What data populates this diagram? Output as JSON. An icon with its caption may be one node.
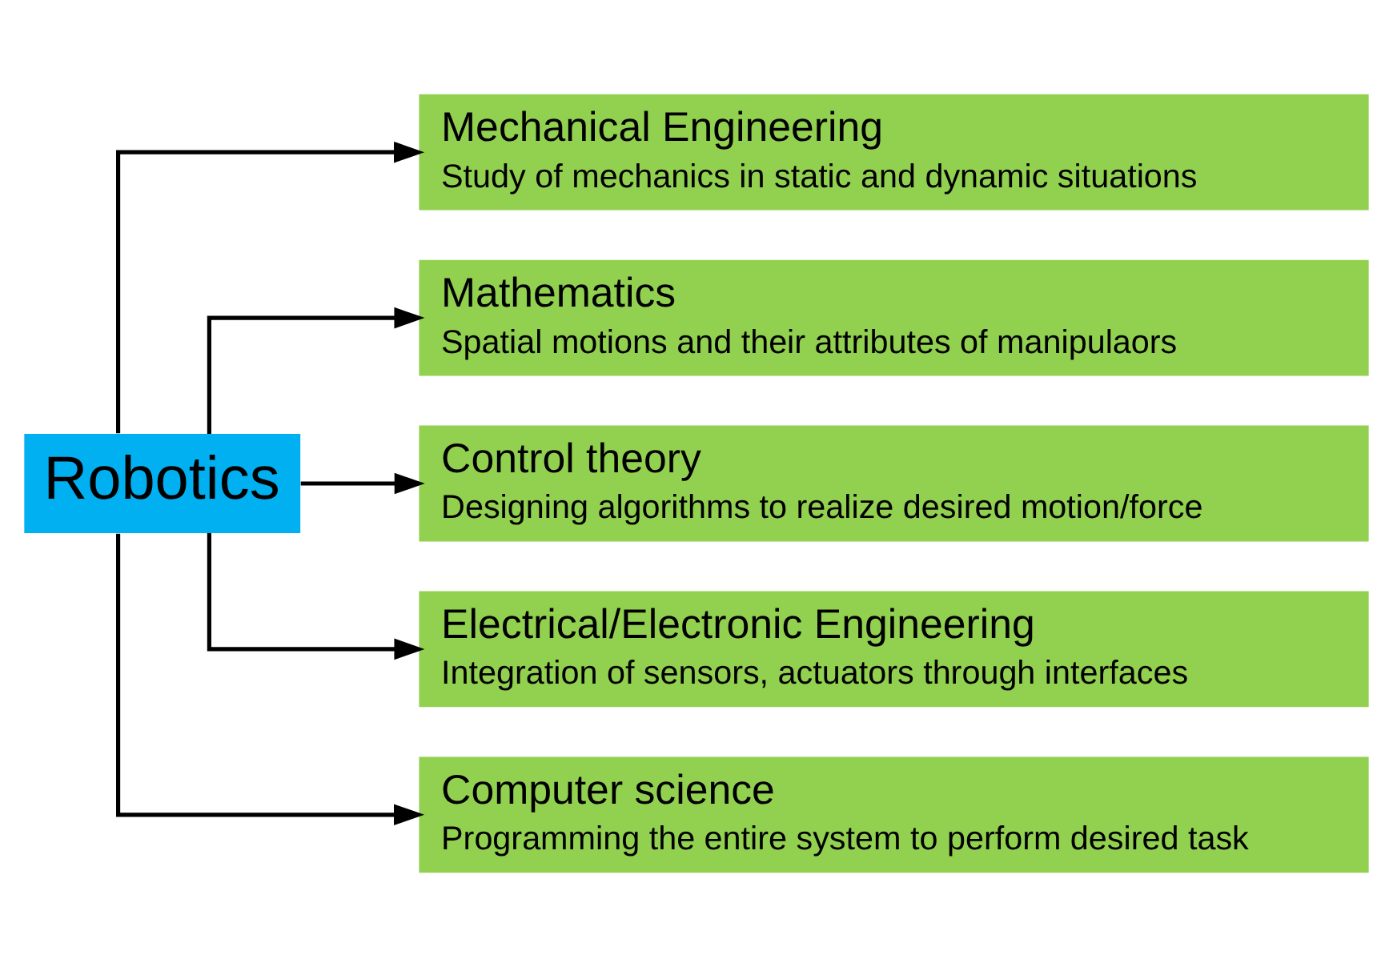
{
  "diagram": {
    "nodes": [
      {
        "text": [
          "Robotics"
        ]
      },
      {
        "text": [
          "Mechanical Engineering",
          "Study of mechanics in static and dynamic situations"
        ]
      },
      {
        "text": [
          "Mathematics",
          "Spatial motions and their attributes of manipulaors"
        ]
      },
      {
        "text": [
          "Control theory",
          "Designing algorithms to realize desired motion/force"
        ]
      },
      {
        "text": [
          "Electrical/Electronic Engineering",
          "Integration of sensors, actuators through interfaces"
        ]
      },
      {
        "text": [
          "Computer science",
          "Programming the entire system to perform desired task"
        ]
      }
    ],
    "edges": [
      {
        "from": 0,
        "to": 1,
        "arrow": "to"
      },
      {
        "from": 0,
        "to": 2,
        "arrow": "to"
      },
      {
        "from": 0,
        "to": 3,
        "arrow": "to"
      },
      {
        "from": 0,
        "to": 4,
        "arrow": "to"
      },
      {
        "from": 0,
        "to": 5,
        "arrow": "to"
      }
    ]
  }
}
